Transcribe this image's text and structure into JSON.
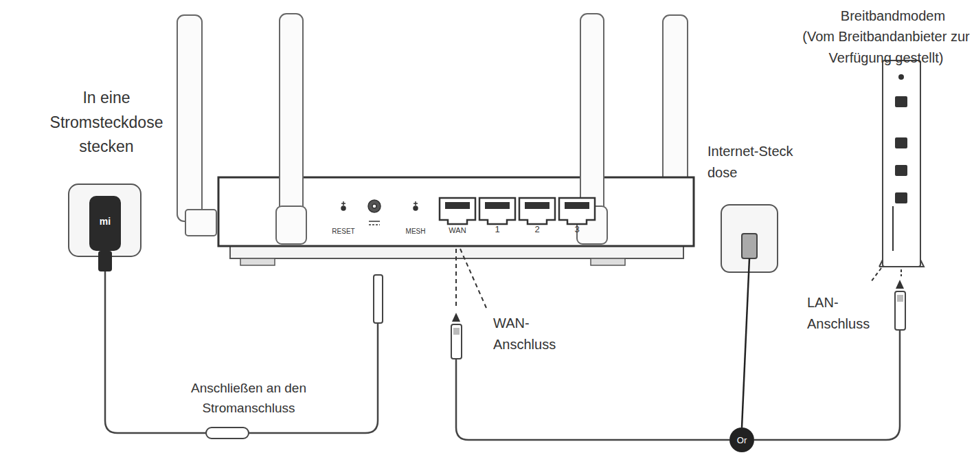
{
  "diagram": {
    "nodes": [
      {
        "text": [
          "Or"
        ]
      }
    ],
    "labels": [
      "In eine Stromsteckdose stecken",
      "Breitbandmodem",
      "(Vom Breitbandanbieter zur Verfügung gestellt)",
      "Internet-Steck dose",
      "LAN- Anschluss",
      "WAN- Anschluss",
      "Anschließen an den Stromanschluss",
      "RESET",
      "MESH",
      "WAN",
      "1",
      "2",
      "3",
      "mi"
    ]
  }
}
